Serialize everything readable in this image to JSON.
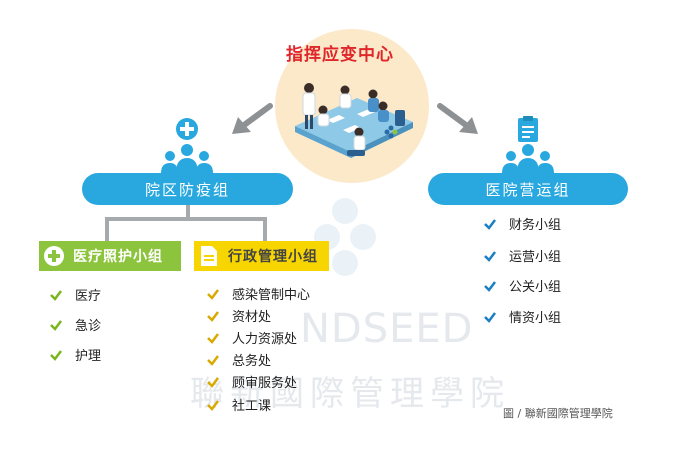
{
  "command_center": {
    "title": "指挥应变中心"
  },
  "left_group": {
    "title": "院区防疫组"
  },
  "right_group": {
    "title": "医院营运组",
    "items": [
      "财务小组",
      "运营小组",
      "公关小组",
      "情资小组"
    ]
  },
  "medical_subgroup": {
    "title": "医疗照护小组",
    "items": [
      "医疗",
      "急诊",
      "护理"
    ]
  },
  "admin_subgroup": {
    "title": "行政管理小组",
    "items": [
      "感染管制中心",
      "资材处",
      "人力资源处",
      "总务处",
      "顾审服务处",
      "社工课"
    ]
  },
  "watermark": {
    "line1": "NDSEED",
    "line2": "聯新國際管理學院"
  },
  "credit": "圖 / 聯新國際管理學院",
  "colors": {
    "pill_blue": "#29a8e0",
    "medical_green": "#8cc53d",
    "admin_yellow": "#f6d500",
    "title_red": "#e0262a",
    "circle_peach": "#fbe9c9",
    "arrow_gray": "#8e9194"
  },
  "icons": {
    "left_head": "plus-team-icon",
    "right_head": "clipboard-team-icon",
    "medical": "plus-icon",
    "admin": "document-icon"
  }
}
